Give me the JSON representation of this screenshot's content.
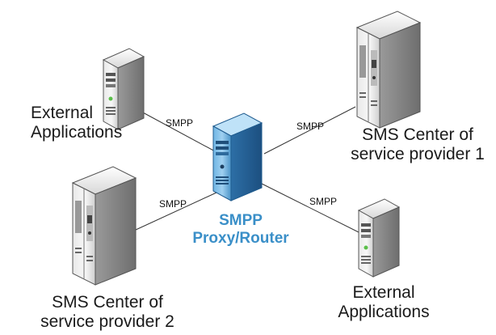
{
  "nodes": {
    "proxy": {
      "line1": "SMPP",
      "line2": "Proxy/Router",
      "icon": "blue-server-icon",
      "color": "#3a8fc8"
    },
    "external_top_left": {
      "line1": "External",
      "line2": "Applications",
      "icon": "tower-server-icon"
    },
    "sms_center_1": {
      "line1": "SMS Center of",
      "line2": "service provider 1",
      "icon": "double-tower-server-icon"
    },
    "sms_center_2": {
      "line1": "SMS Center of",
      "line2": "service provider 2",
      "icon": "double-tower-server-icon"
    },
    "external_bottom_right": {
      "line1": "External",
      "line2": "Applications",
      "icon": "tower-server-icon"
    }
  },
  "edges": [
    {
      "from": "external_top_left",
      "to": "proxy",
      "label": "SMPP"
    },
    {
      "from": "sms_center_1",
      "to": "proxy",
      "label": "SMPP"
    },
    {
      "from": "sms_center_2",
      "to": "proxy",
      "label": "SMPP"
    },
    {
      "from": "external_bottom_right",
      "to": "proxy",
      "label": "SMPP"
    }
  ]
}
